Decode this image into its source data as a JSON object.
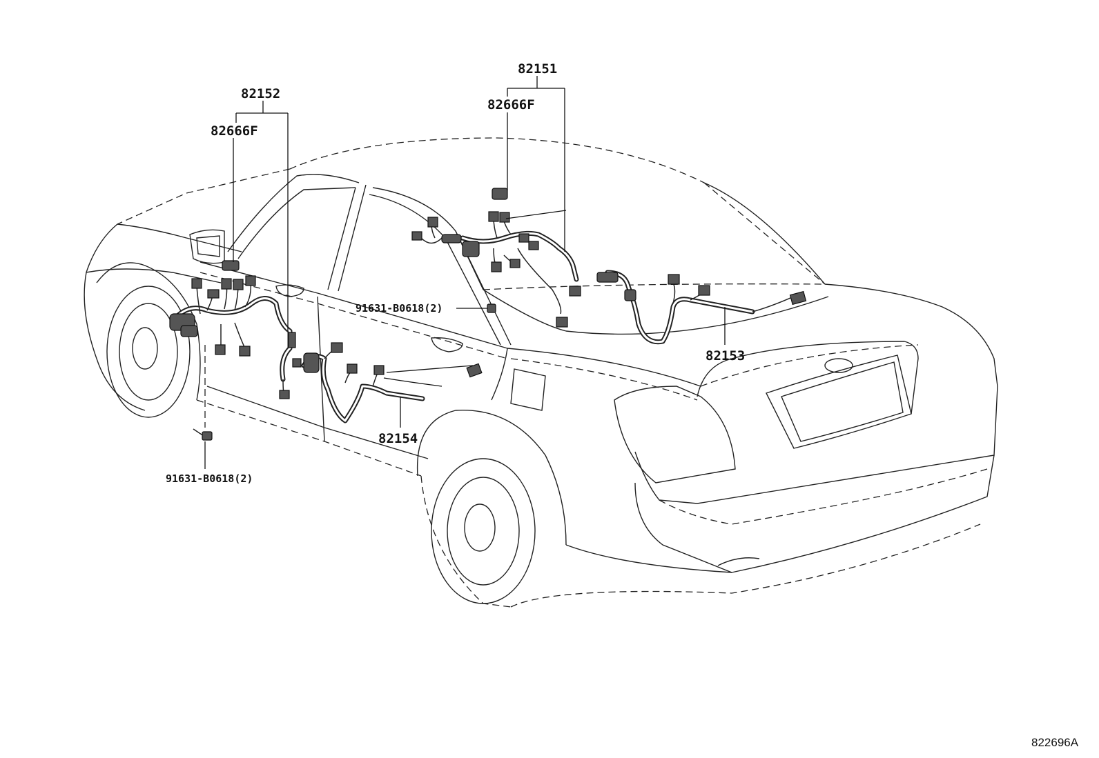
{
  "parts": {
    "harness_front_door": "82152",
    "harness_rear_door": "82154",
    "harness_roof": "82151",
    "harness_rear": "82153",
    "clamp_left": "82666F",
    "clamp_right": "82666F",
    "bolt_lower": "91631-B0618(2)",
    "bolt_middle": "91631-B0618(2)"
  },
  "diagram_ref": "822696A"
}
